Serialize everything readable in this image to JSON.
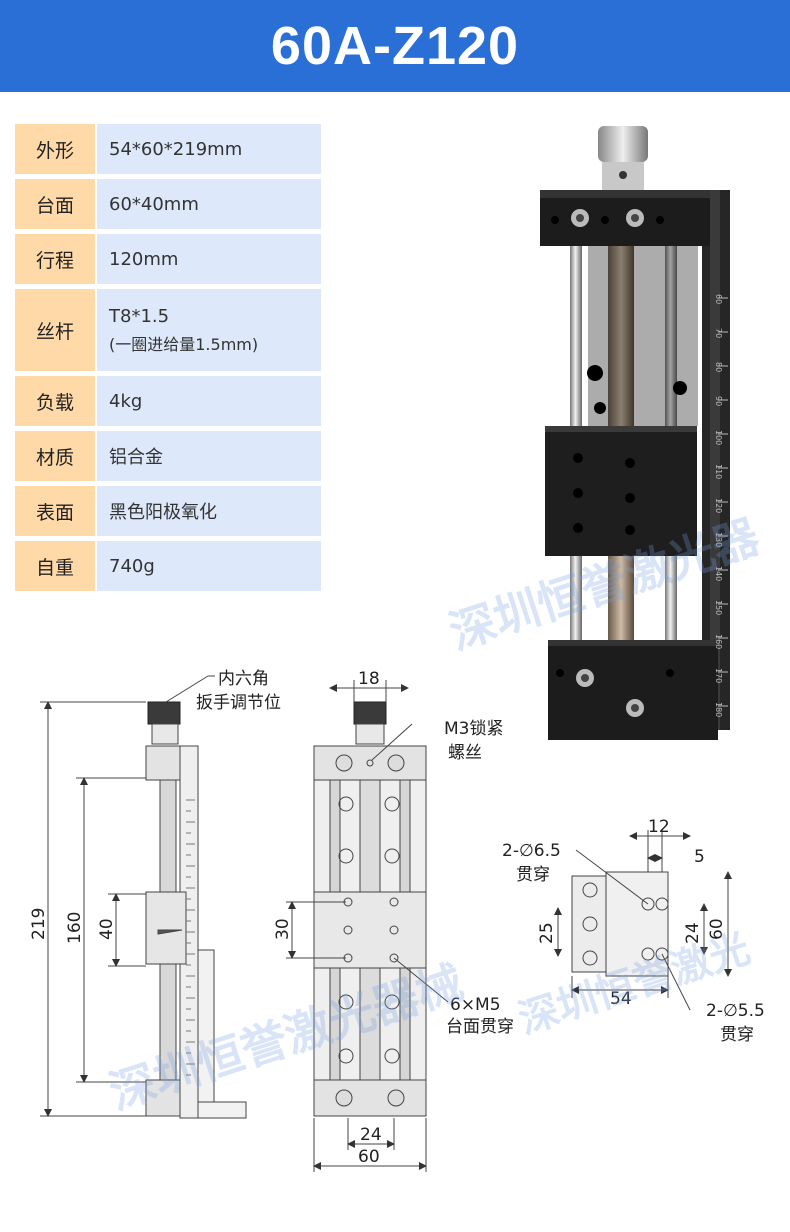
{
  "title": "60A-Z120",
  "specs": [
    {
      "key": "外形",
      "value": "54*60*219mm"
    },
    {
      "key": "台面",
      "value": "60*40mm"
    },
    {
      "key": "行程",
      "value": "120mm"
    },
    {
      "key": "丝杆",
      "value": "T8*1.5",
      "sub": "(一圈进给量1.5mm)"
    },
    {
      "key": "负载",
      "value": "4kg"
    },
    {
      "key": "材质",
      "value": "铝合金"
    },
    {
      "key": "表面",
      "value": "黑色阳极氧化"
    },
    {
      "key": "自重",
      "value": "740g"
    }
  ],
  "side_view": {
    "note_line1": "内六角",
    "note_line2": "扳手调节位",
    "dim_total": "219",
    "dim_stroke": "160",
    "dim_table": "40"
  },
  "front_view": {
    "dim_top": "18",
    "note_m3_line1": "M3锁紧",
    "note_m3_line2": "螺丝",
    "dim_left": "30",
    "note_m5_line1": "6×M5",
    "note_m5_line2": "台面贯穿",
    "dim_bottom_inner": "24",
    "dim_bottom_outer": "60"
  },
  "bottom_view": {
    "dim_12": "12",
    "dim_5": "5",
    "note_65_line1": "2-∅6.5",
    "note_65_line2": "贯穿",
    "dim_25": "25",
    "dim_24": "24",
    "dim_60": "60",
    "dim_54": "54",
    "note_55_line1": "2-∅5.5",
    "note_55_line2": "贯穿"
  },
  "scale_ticks": [
    "60",
    "70",
    "80",
    "90",
    "100",
    "110",
    "120",
    "130",
    "140",
    "150",
    "160",
    "170",
    "180"
  ],
  "watermarks": [
    "深圳恒誉激光器",
    "深圳恒誉激光器械",
    "深圳恒誉激光"
  ],
  "colors": {
    "header": "#2a6fd6",
    "spec_key_bg": "#ffd9a8",
    "spec_value_bg": "#dde8fb",
    "product_body": "#1c1c1c"
  }
}
